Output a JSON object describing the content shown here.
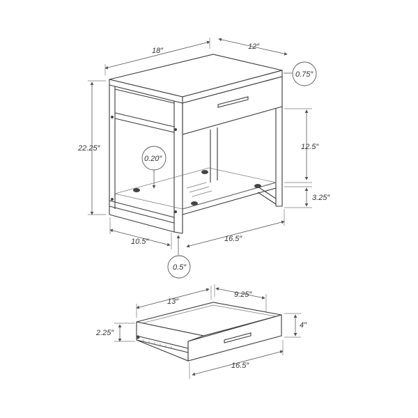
{
  "table": {
    "dimensions": {
      "width": "18″",
      "depth": "12″",
      "top_thickness": "0.75″",
      "height": "22.25″",
      "shelf_gap": "12.5″",
      "shelf_height": "3.25″",
      "glass_thickness": "0.20″",
      "side_depth": "10.5″",
      "front_width": "16.5″",
      "leg_width": "0.5″"
    }
  },
  "drawer": {
    "dimensions": {
      "interior_width": "13″",
      "interior_depth": "9.25″",
      "height": "2.25″",
      "front_height": "4″",
      "front_width": "16.5″"
    }
  }
}
